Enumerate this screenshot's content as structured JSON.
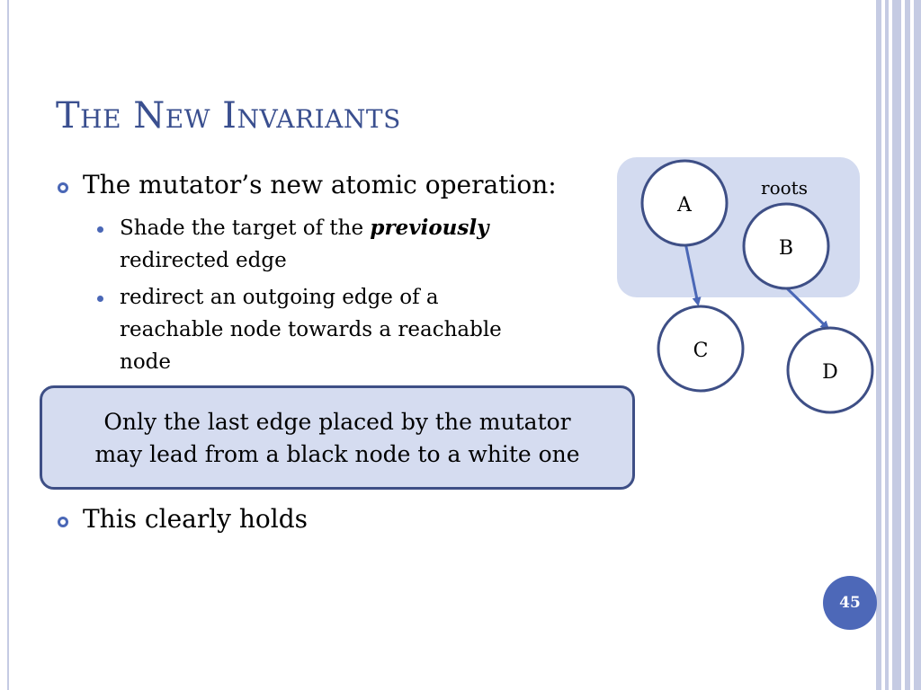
{
  "slide": {
    "title": "The New Invariants",
    "bullets": [
      {
        "text": "The mutator’s new atomic operation:",
        "subbullets": [
          {
            "prefix": "Shade the target of the ",
            "emphasis": "previously",
            "line2": "redirected edge"
          },
          {
            "line1": "redirect an outgoing edge of a",
            "line2": "reachable node towards a reachable",
            "line3": "node"
          }
        ]
      },
      {
        "text": "This clearly holds"
      }
    ],
    "callout": {
      "line1": "Only the last edge placed by the mutator",
      "line2": "may lead from a black node to a white one"
    },
    "page_number": "45"
  },
  "diagram": {
    "roots_label": "roots",
    "nodes": [
      {
        "id": "A",
        "label": "A"
      },
      {
        "id": "B",
        "label": "B"
      },
      {
        "id": "C",
        "label": "C"
      },
      {
        "id": "D",
        "label": "D"
      }
    ],
    "edges": [
      {
        "from": "A",
        "to": "C"
      },
      {
        "from": "B",
        "to": "D"
      }
    ]
  },
  "colors": {
    "title": "#3a4f8f",
    "accent": "#4a67b6",
    "callout_bg": "#d5dcf0",
    "roots_bg": "#d3dbf0",
    "node_stroke": "#3e4f86",
    "edge": "#4a67b6"
  }
}
